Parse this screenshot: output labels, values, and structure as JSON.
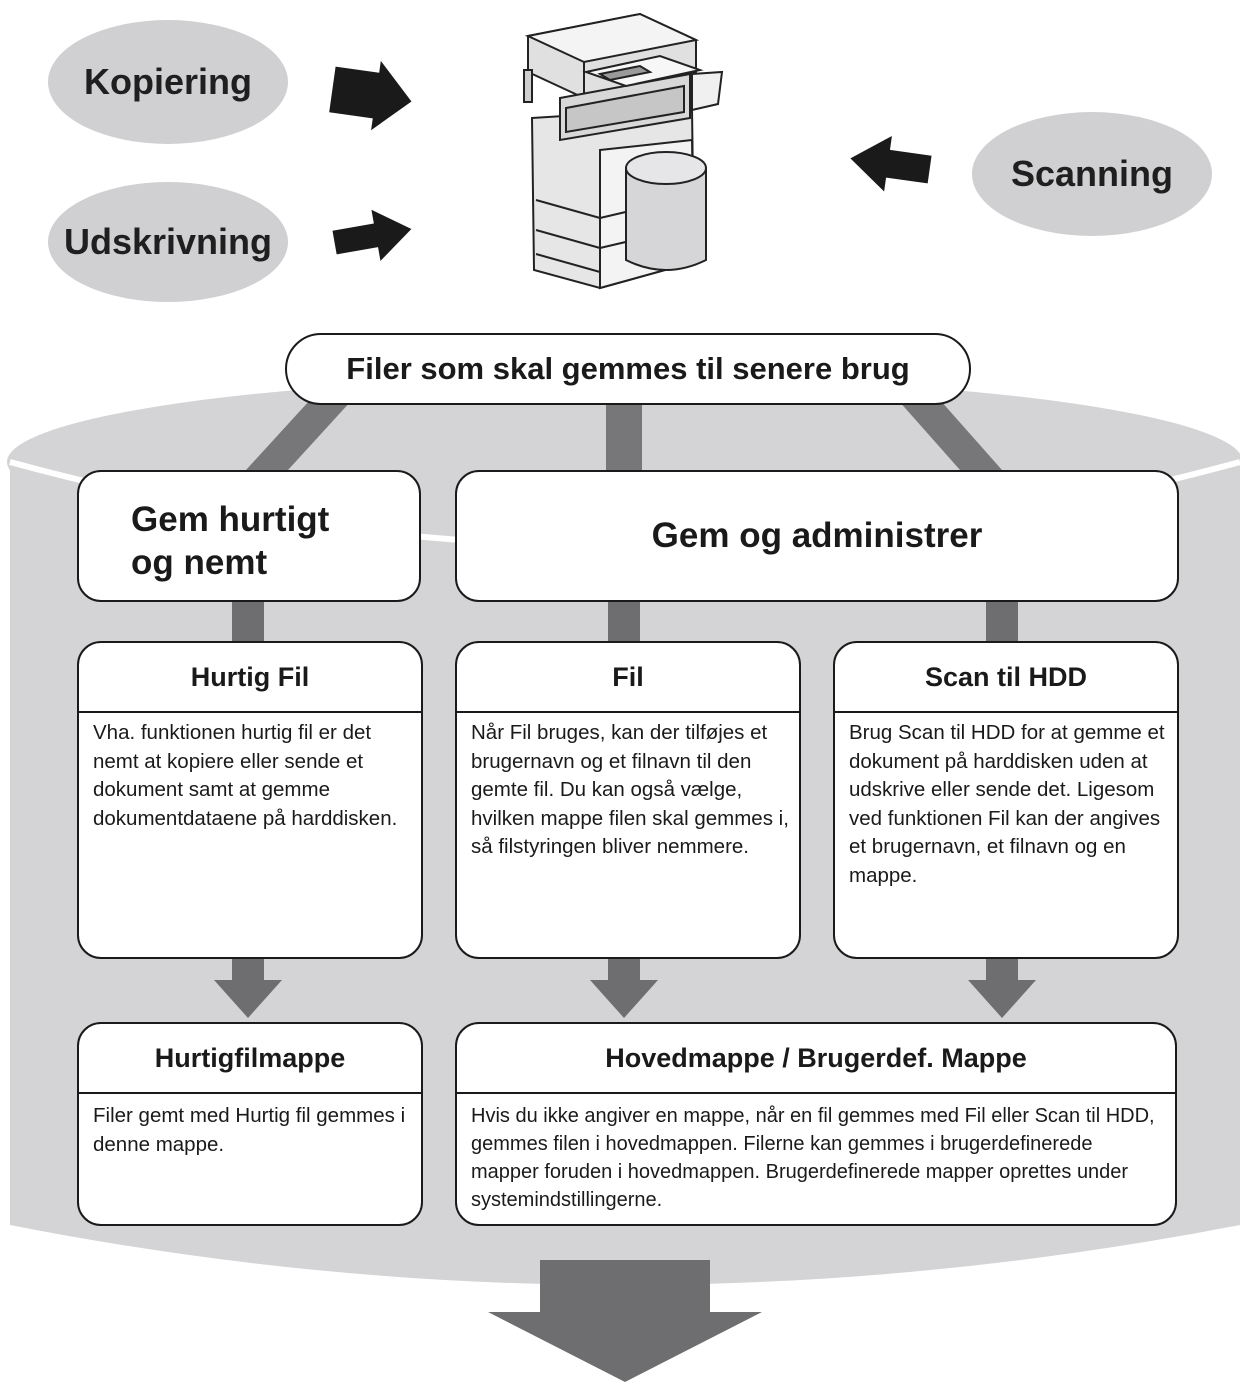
{
  "sources": {
    "copy": "Kopiering",
    "print": "Udskrivning",
    "scan": "Scanning"
  },
  "storage_title": "Filer som skal gemmes til senere brug",
  "categories": {
    "quick": {
      "title": "Gem hurtigt og nemt",
      "line1": "Gem hurtigt",
      "line2": "og nemt"
    },
    "manage": {
      "title": "Gem og administrer"
    }
  },
  "functions": [
    {
      "title": "Hurtig Fil",
      "text": "Vha. funktionen hurtig fil er det nemt at kopiere eller sende et dokument samt at gemme dokumentdataene på harddisken."
    },
    {
      "title": "Fil",
      "text": "Når Fil bruges, kan der tilføjes et brugernavn og et filnavn til den gemte fil. Du kan også vælge, hvilken mappe filen skal gemmes i, så filstyringen bliver nemmere."
    },
    {
      "title": "Scan til HDD",
      "text": "Brug Scan til HDD for at gemme et dokument på harddisken uden at udskrive eller sende det. Ligesom ved funktionen Fil kan der angives et brugernavn, et filnavn og en mappe."
    }
  ],
  "folders": [
    {
      "title": "Hurtigfilmappe",
      "text": "Filer gemt med Hurtig fil gemmes i denne mappe."
    },
    {
      "title": "Hovedmappe / Brugerdef. Mappe",
      "text": "Hvis du ikke angiver en mappe, når en fil gemmes med Fil eller Scan til HDD, gemmes filen i hovedmappen. Filerne kan gemmes i brugerdefinerede mapper foruden i hovedmappen. Brugerdefinerede mapper oprettes under systemindstillingerne."
    }
  ],
  "colors": {
    "cylinder": "#d4d4d6",
    "connector": "#6e6e70",
    "oval": "#d0d0d2",
    "arrow": "#1a1a1a"
  }
}
